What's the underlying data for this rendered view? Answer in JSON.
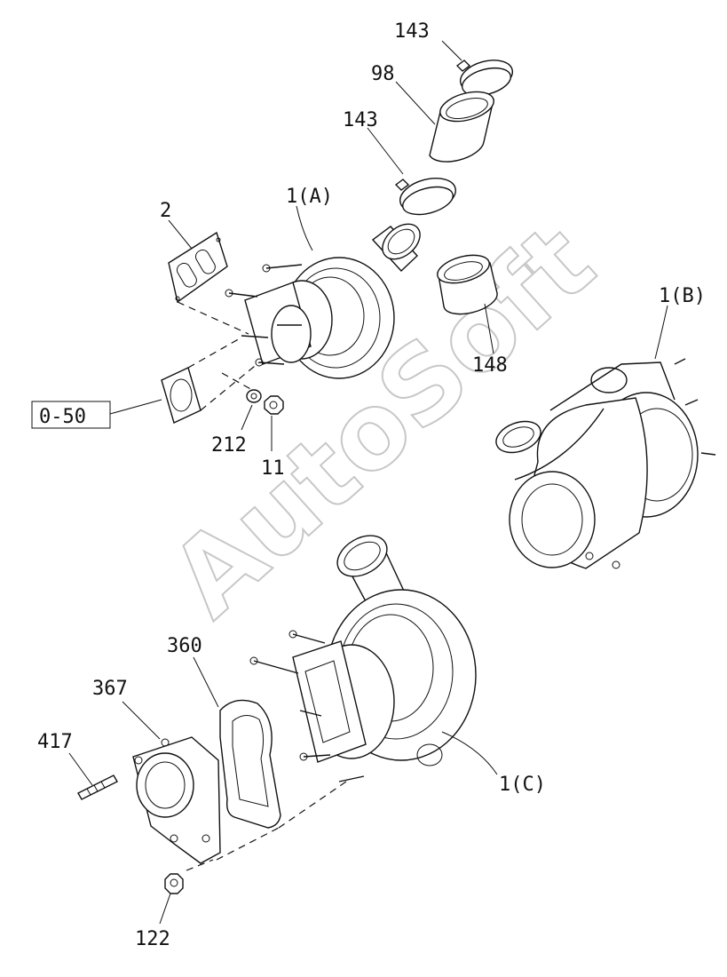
{
  "callouts": {
    "p143_top": "143",
    "p98": "98",
    "p143_mid": "143",
    "p1A": "1(A)",
    "p2": "2",
    "p1B": "1(B)",
    "p148": "148",
    "ref_050": "0-50",
    "p212": "212",
    "p11": "11",
    "p360": "360",
    "p367": "367",
    "p417": "417",
    "p1C": "1(C)",
    "p122": "122"
  },
  "watermark": "AutoSoft"
}
